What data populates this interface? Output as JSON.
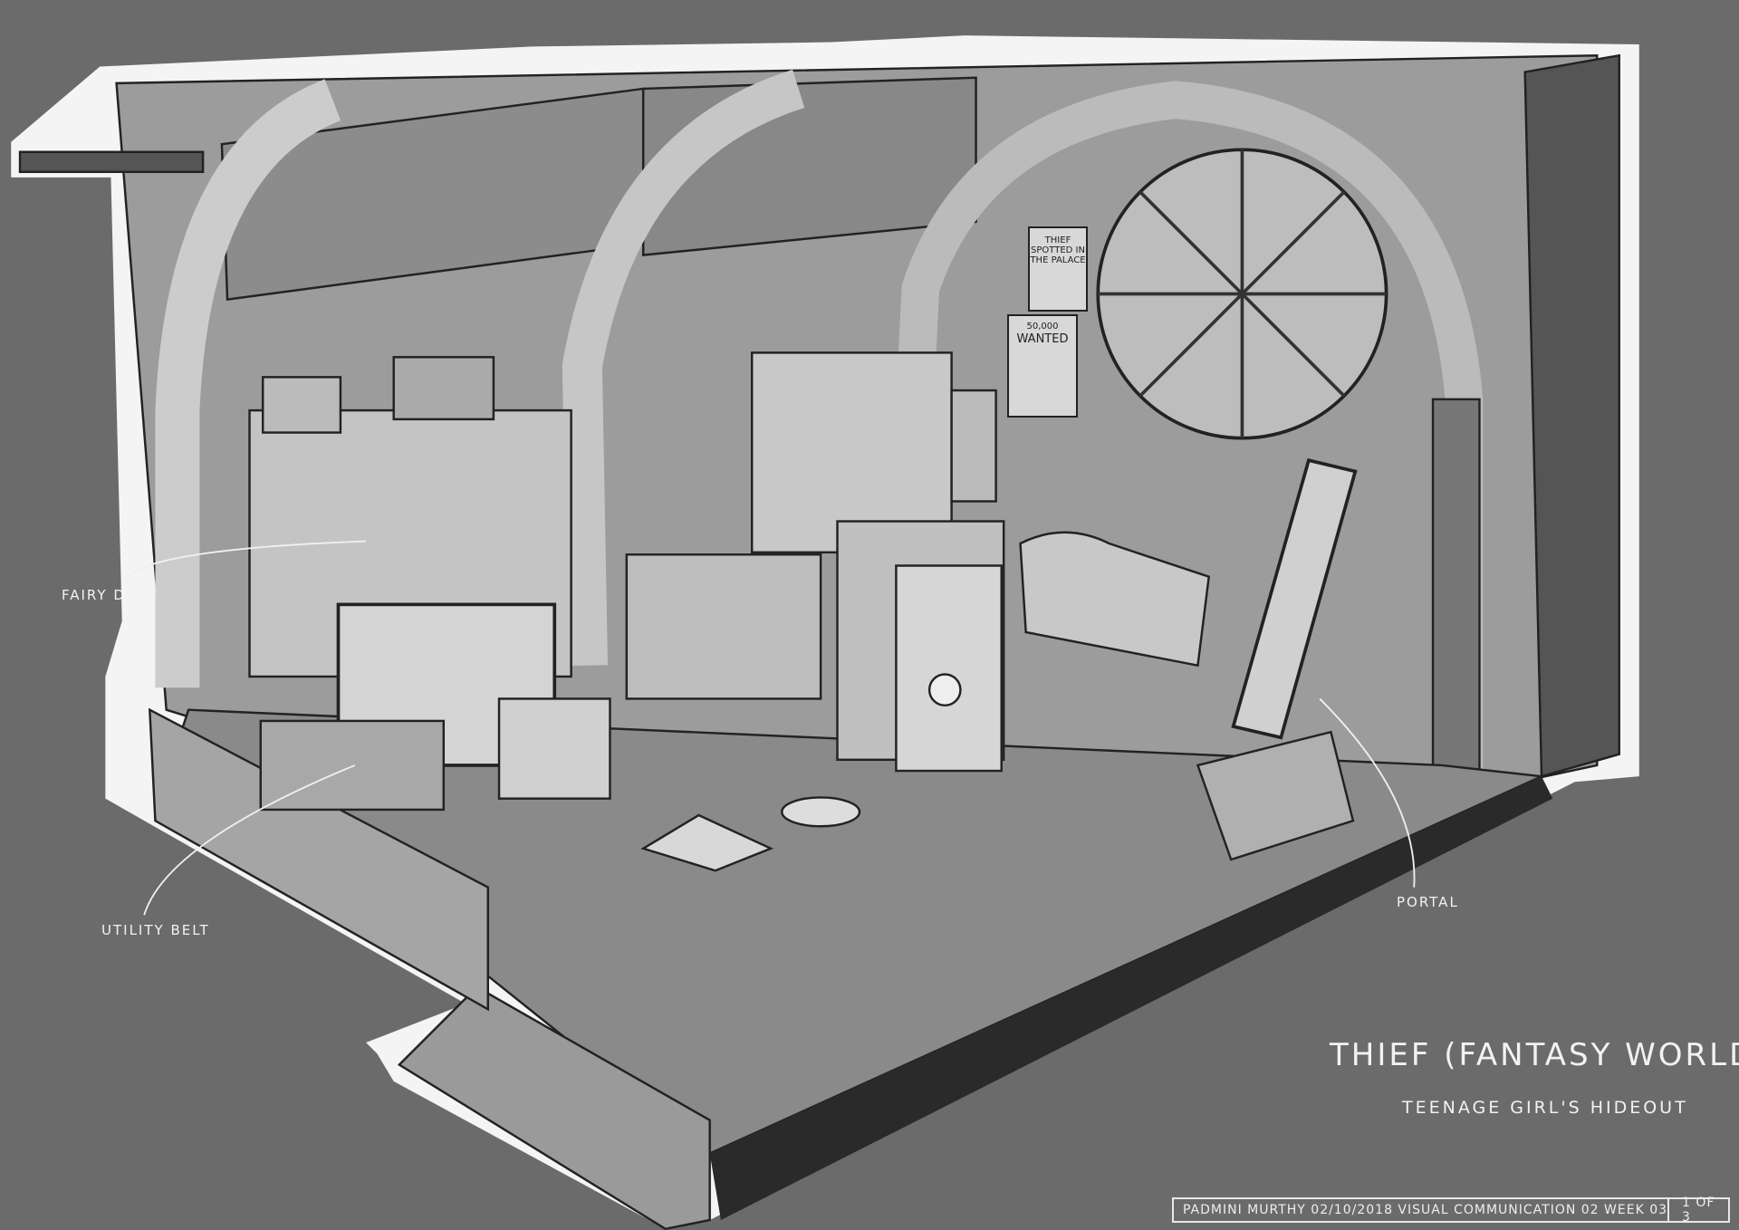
{
  "labels": {
    "fairy_dust": "FAIRY DUST",
    "utility_belt": "UTILITY BELT",
    "portal": "PORTAL"
  },
  "title": "THIEF (FANTASY WORLD)",
  "subtitle": "TEENAGE GIRL'S HIDEOUT",
  "posters": {
    "spotted": "THIEF SPOTTED IN THE PALACE",
    "wanted_reward": "50,000",
    "wanted": "WANTED"
  },
  "title_block": {
    "info": "PADMINI MURTHY   02/10/2018   VISUAL COMMUNICATION 02   WEEK 03",
    "page": "1 OF 3"
  },
  "colors": {
    "background": "#6b6b6b",
    "outline": "#f4f4f4",
    "wall": "#9a9a9a",
    "floor": "#8a8a8a"
  }
}
